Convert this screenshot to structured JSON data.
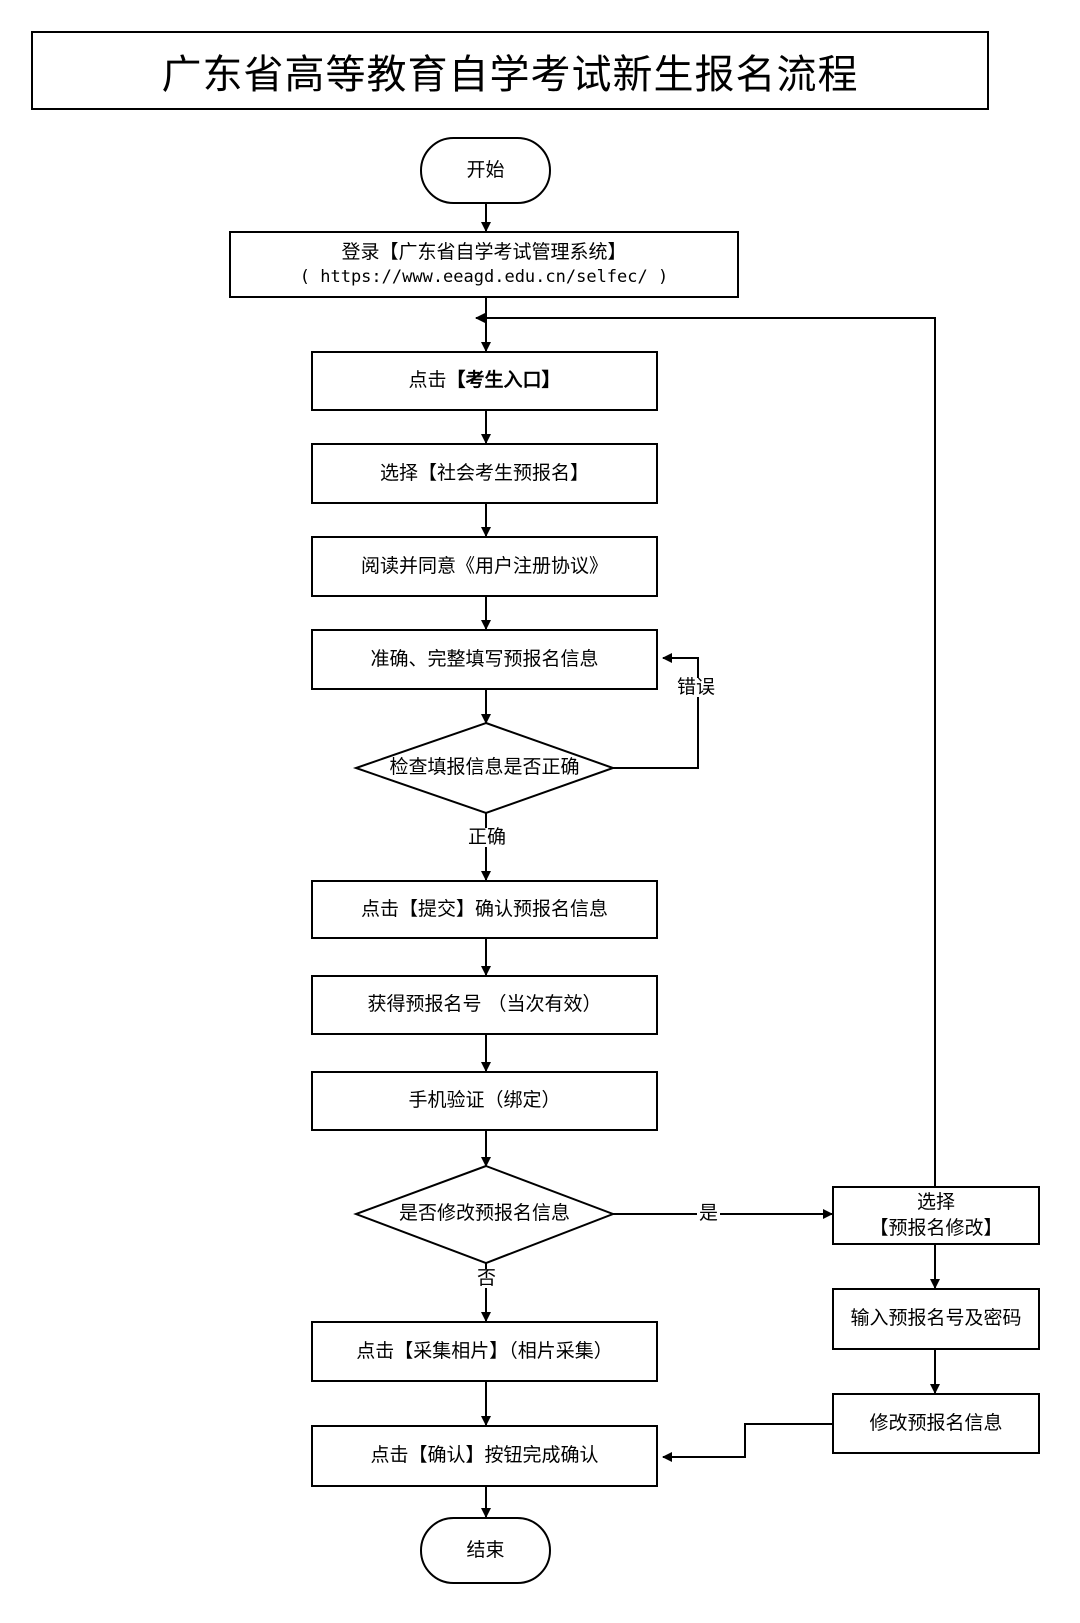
{
  "title": "广东省高等教育自学考试新生报名流程",
  "nodes": {
    "start": "开始",
    "login_line1": "登录【广东省自学考试管理系统】",
    "login_line2": "( https://www.eeagd.edu.cn/selfec/ )",
    "click_entry_prefix": "点击",
    "click_entry_bold": "【考生入口】",
    "select_social": "选择【社会考生预报名】",
    "read_agree": "阅读并同意《用户注册协议》",
    "fill_info": "准确、完整填写预报名信息",
    "check_info": "检查填报信息是否正确",
    "submit": "点击【提交】确认预报名信息",
    "get_number": "获得预报名号 （当次有效）",
    "phone_verify": "手机验证（绑定）",
    "modify_question": "是否修改预报名信息",
    "select_modify_line1": "选择",
    "select_modify_line2": "【预报名修改】",
    "input_number": "输入预报名号及密码",
    "modify_info": "修改预报名信息",
    "collect_photo": "点击【采集相片】（相片采集）",
    "confirm": "点击【确认】按钮完成确认",
    "end": "结束"
  },
  "edge_labels": {
    "error": "错误",
    "correct": "正确",
    "yes": "是",
    "no": "否"
  }
}
